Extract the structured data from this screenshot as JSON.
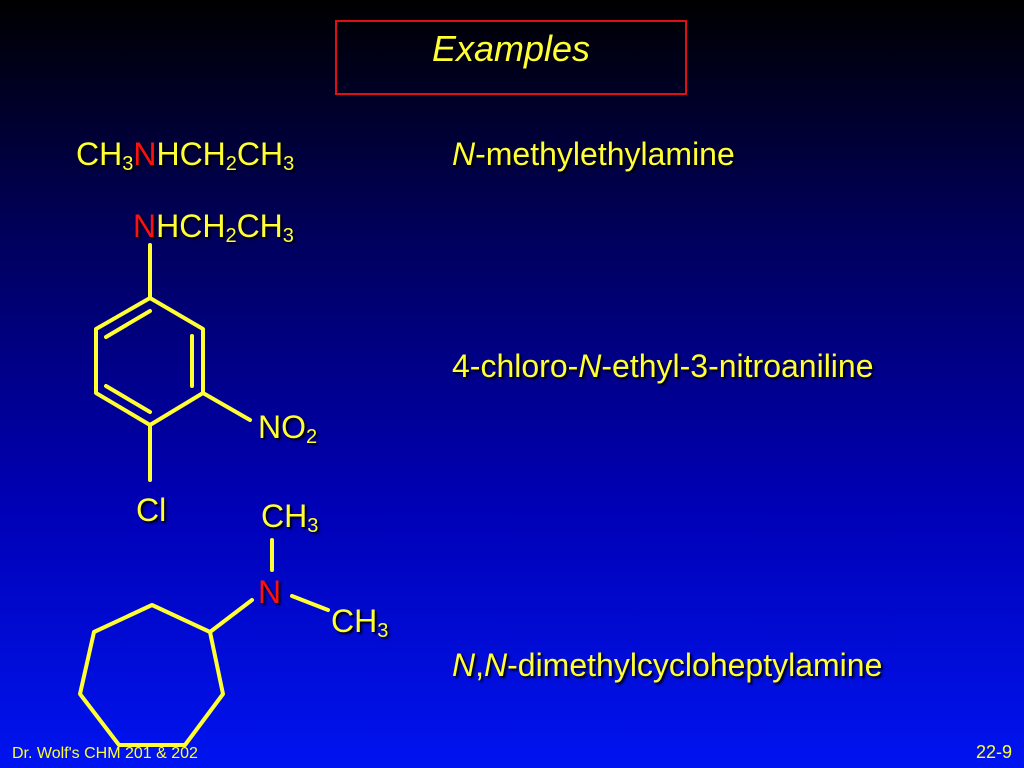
{
  "slide": {
    "title": "Examples",
    "footer_left": "Dr. Wolf's CHM 201 & 202",
    "footer_right": "22-9"
  },
  "ex1": {
    "formula": {
      "ch": "CH",
      "s3a": "3",
      "n": "N",
      "hch": "HCH",
      "s2": "2",
      "ch2": "CH",
      "s3b": "3"
    },
    "name_prefix": "N",
    "name_rest": "-methylethylamine"
  },
  "ex2": {
    "sub_n": "N",
    "sub_hch": "HCH",
    "sub_2": "2",
    "sub_ch": "CH",
    "sub_3": "3",
    "no": "NO",
    "no_2": "2",
    "cl": "Cl",
    "name_a": "4-chloro-",
    "name_n": "N",
    "name_b": "-ethyl-3-nitroaniline"
  },
  "ex3": {
    "n": "N",
    "ch_top": "CH",
    "ch_top_3": "3",
    "ch_right": "CH",
    "ch_right_3": "3",
    "name_n1": "N",
    "name_comma": ",",
    "name_n2": "N",
    "name_rest": "-dimethylcycloheptylamine"
  },
  "colors": {
    "text": "#ffff33",
    "nitrogen": "#ff1010",
    "bond": "#ffff33",
    "title_border": "#e01010"
  }
}
